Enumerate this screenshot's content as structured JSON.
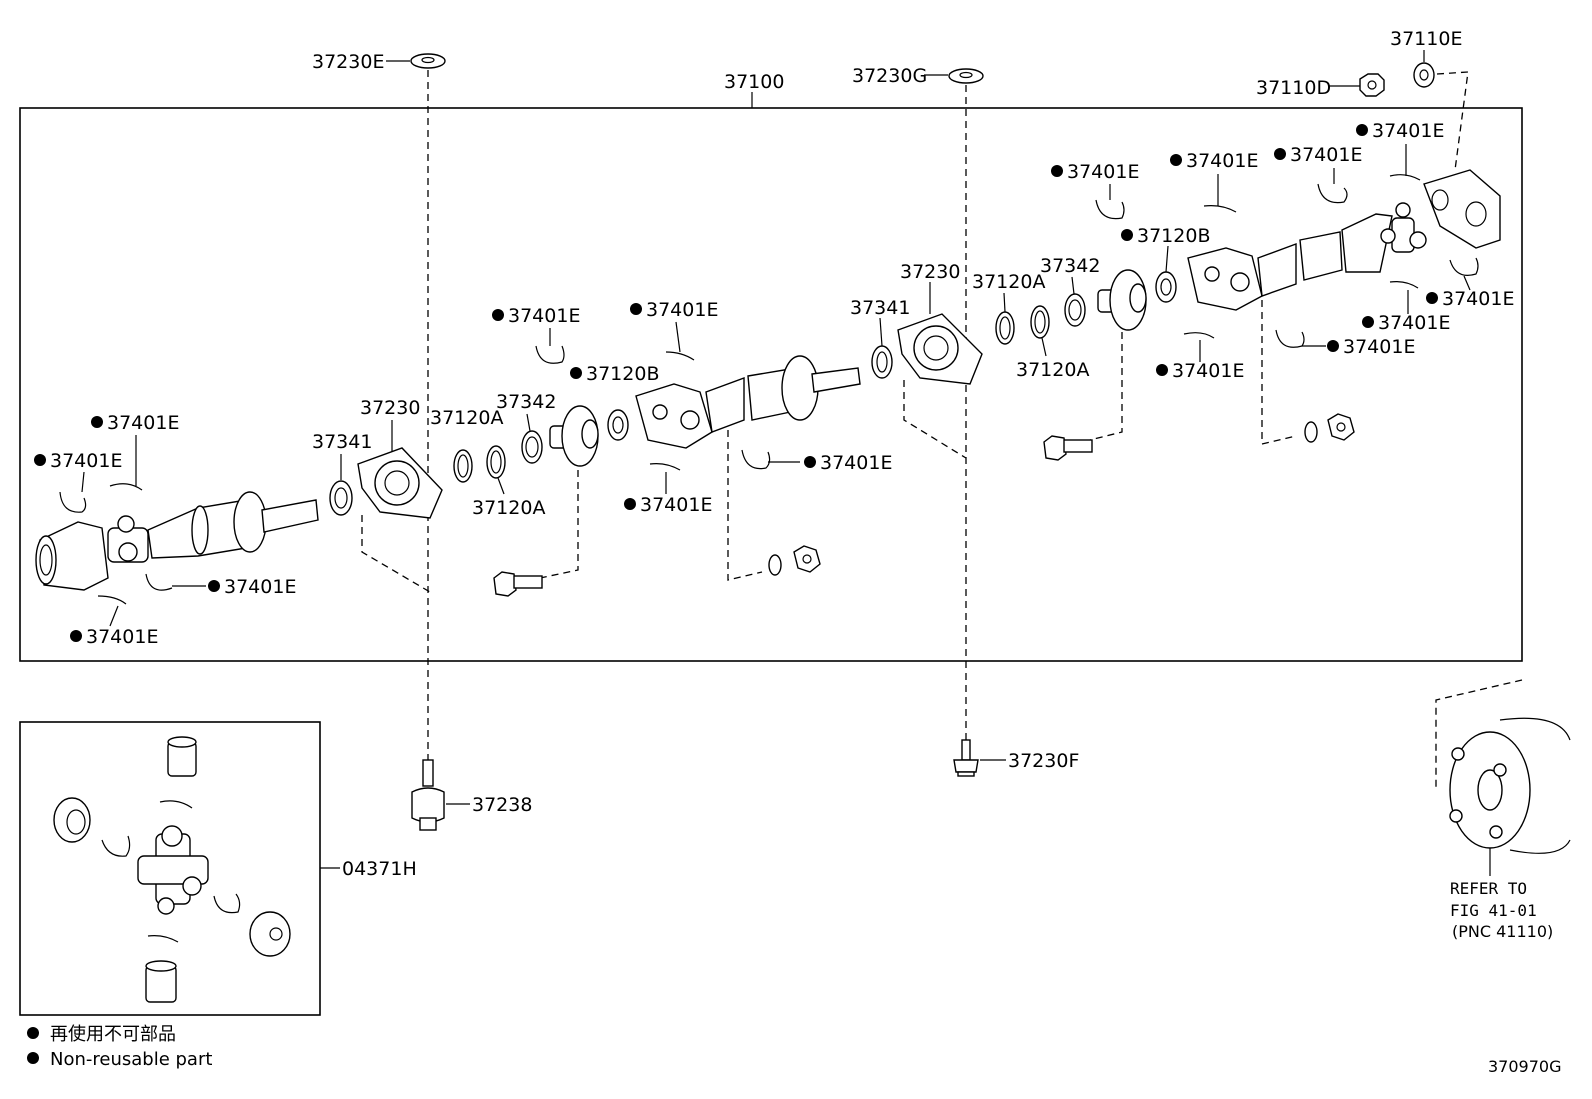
{
  "labels": {
    "assembly": "37100",
    "flange_plate_top_left": "37230E",
    "flange_plate_top_mid": "37230G",
    "nut_top_right": "37110D",
    "washer_top_right": "37110E",
    "snap_ring": "37401E",
    "center_bearing_left": "37230",
    "center_bearing_right": "37230",
    "dust_deflector_left": "37341",
    "dust_deflector_right": "37341",
    "spacer_left": "37342",
    "spacer_right": "37342",
    "washer_a": "37120A",
    "washer_b": "37120B",
    "bolt_stud": "37238",
    "bolt_right": "37230F",
    "spider_kit": "04371H",
    "drawing_number": "370970G"
  },
  "reference": {
    "line1": "REFER TO",
    "line2": "FIG 41-01",
    "line3": "(PNC 41110)"
  },
  "legend": {
    "japanese": "再使用不可部品",
    "english": "Non-reusable part"
  }
}
